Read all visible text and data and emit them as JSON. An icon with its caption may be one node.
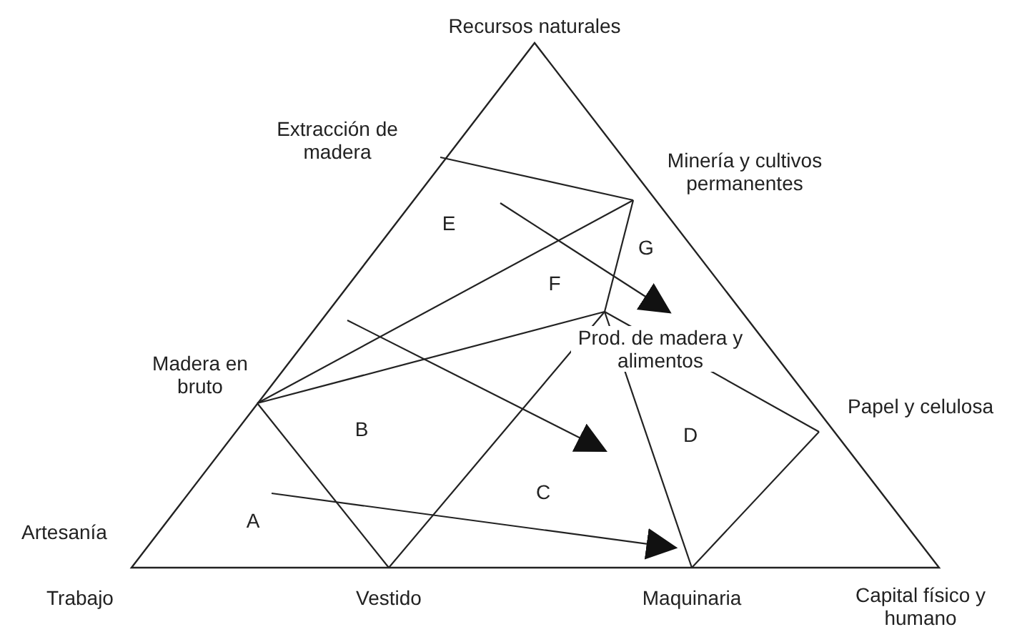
{
  "diagram": {
    "labels": [
      "Recursos naturales",
      "Extracción de madera",
      "Minería y cultivos permanentes",
      "E",
      "G",
      "F",
      "Prod. de madera y alimentos",
      "Madera en bruto",
      "Papel y celulosa",
      "B",
      "D",
      "C",
      "A",
      "Artesanía",
      "Trabajo",
      "Vestido",
      "Maquinaria",
      "Capital físico y humano"
    ]
  }
}
